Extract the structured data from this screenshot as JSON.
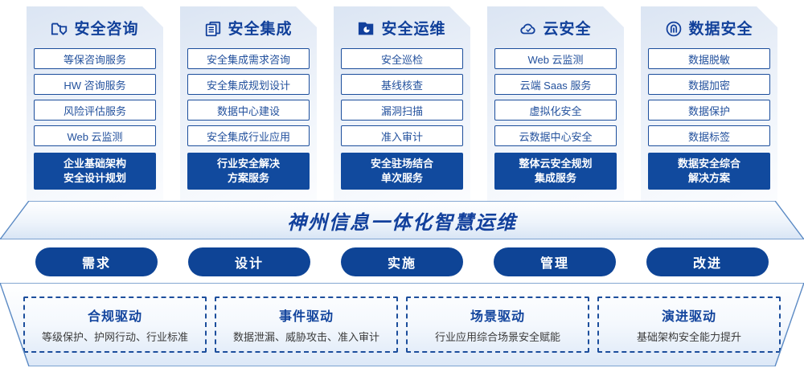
{
  "colors": {
    "brand_blue": "#12409c",
    "solid_blue": "#114a9e",
    "pill_blue": "#0e4496",
    "card_border": "#1c4e9c",
    "card_bg_gradient_start": "#dbe5f3",
    "text_dark": "#3b3b3b"
  },
  "pillars": [
    {
      "icon": "folder-shield-icon",
      "title": "安全咨询",
      "items": [
        "等保咨询服务",
        "HW 咨询服务",
        "风险评估服务",
        "Web 云监测"
      ],
      "highlight": "企业基础架构\n安全设计规划",
      "highlight_line1": "企业基础架构",
      "highlight_line2": "安全设计规划"
    },
    {
      "icon": "stacked-documents-icon",
      "title": "安全集成",
      "items": [
        "安全集成需求咨询",
        "安全集成规划设计",
        "数据中心建设",
        "安全集成行业应用"
      ],
      "highlight_line1": "行业安全解决",
      "highlight_line2": "方案服务"
    },
    {
      "icon": "monitor-chart-icon",
      "title": "安全运维",
      "items": [
        "安全巡检",
        "基线核查",
        "漏洞扫描",
        "准入审计"
      ],
      "highlight_line1": "安全驻场结合",
      "highlight_line2": "单次服务"
    },
    {
      "icon": "cloud-check-icon",
      "title": "云安全",
      "items": [
        "Web 云监测",
        "云端 Saas 服务",
        "虚拟化安全",
        "云数据中心安全"
      ],
      "highlight_line1": "整体云安全规划",
      "highlight_line2": "集成服务"
    },
    {
      "icon": "fingerprint-icon",
      "title": "数据安全",
      "items": [
        "数据脱敏",
        "数据加密",
        "数据保护",
        "数据标签"
      ],
      "highlight_line1": "数据安全综合",
      "highlight_line2": "解决方案"
    }
  ],
  "banner": {
    "text": "神州信息一体化智慧运维"
  },
  "stages": [
    {
      "label": "需求"
    },
    {
      "label": "设计"
    },
    {
      "label": "实施"
    },
    {
      "label": "管理"
    },
    {
      "label": "改进"
    }
  ],
  "drivers": [
    {
      "title": "合规驱动",
      "subtitle": "等级保护、护网行动、行业标准"
    },
    {
      "title": "事件驱动",
      "subtitle": "数据泄漏、威胁攻击、准入审计"
    },
    {
      "title": "场景驱动",
      "subtitle": "行业应用综合场景安全赋能"
    },
    {
      "title": "演进驱动",
      "subtitle": "基础架构安全能力提升"
    }
  ]
}
